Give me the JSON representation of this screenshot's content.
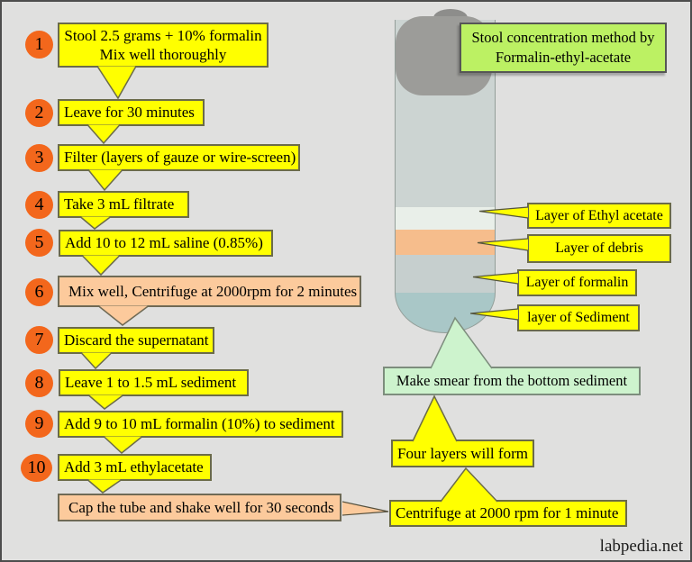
{
  "title_box": {
    "line1": "Stool concentration method by",
    "line2": "Formalin-ethyl-acetate"
  },
  "steps": [
    {
      "num": "1",
      "line1": "Stool 2.5 grams + 10% formalin",
      "line2": "Mix well thoroughly"
    },
    {
      "num": "2",
      "label": "Leave for 30 minutes"
    },
    {
      "num": "3",
      "label": "Filter (layers of gauze or wire-screen)"
    },
    {
      "num": "4",
      "label": "Take 3 mL filtrate"
    },
    {
      "num": "5",
      "label": "Add 10 to 12 mL saline (0.85%)"
    },
    {
      "num": "6",
      "label": "Mix well, Centrifuge at 2000rpm for 2 minutes"
    },
    {
      "num": "7",
      "label": "Discard the supernatant"
    },
    {
      "num": "8",
      "label": "Leave 1 to 1.5 mL sediment"
    },
    {
      "num": "9",
      "label": "Add 9 to 10 mL formalin (10%) to sediment"
    },
    {
      "num": "10",
      "label": "Add 3 mL ethylacetate"
    }
  ],
  "followup": {
    "cap_shake": "Cap the tube and shake well for 30 seconds"
  },
  "tube_labels": {
    "ethyl_acetate": "Layer of Ethyl acetate",
    "debris": "Layer of debris",
    "formalin": "Layer of formalin",
    "sediment": "layer of Sediment"
  },
  "right_flow": {
    "make_smear": "Make smear from the bottom sediment",
    "four_layers": "Four layers will form",
    "centrifuge": "Centrifuge at 2000 rpm for 1 minute"
  },
  "watermark": "labpedia.net",
  "colors": {
    "background": "#e0e0df",
    "step_circle": "#f3671c",
    "box_yellow": "#ffff00",
    "box_peach": "#fcca9c",
    "title_green": "#bcf163",
    "smear_green": "#cdf3cd",
    "tube_body": "#ccd4d2",
    "layer_ethyl_acetate": "#e9efe9",
    "layer_debris": "#f6bd8c",
    "layer_formalin": "#c6cfce",
    "layer_sediment": "#a9c7c7",
    "tube_cap": "#9c9c99"
  }
}
